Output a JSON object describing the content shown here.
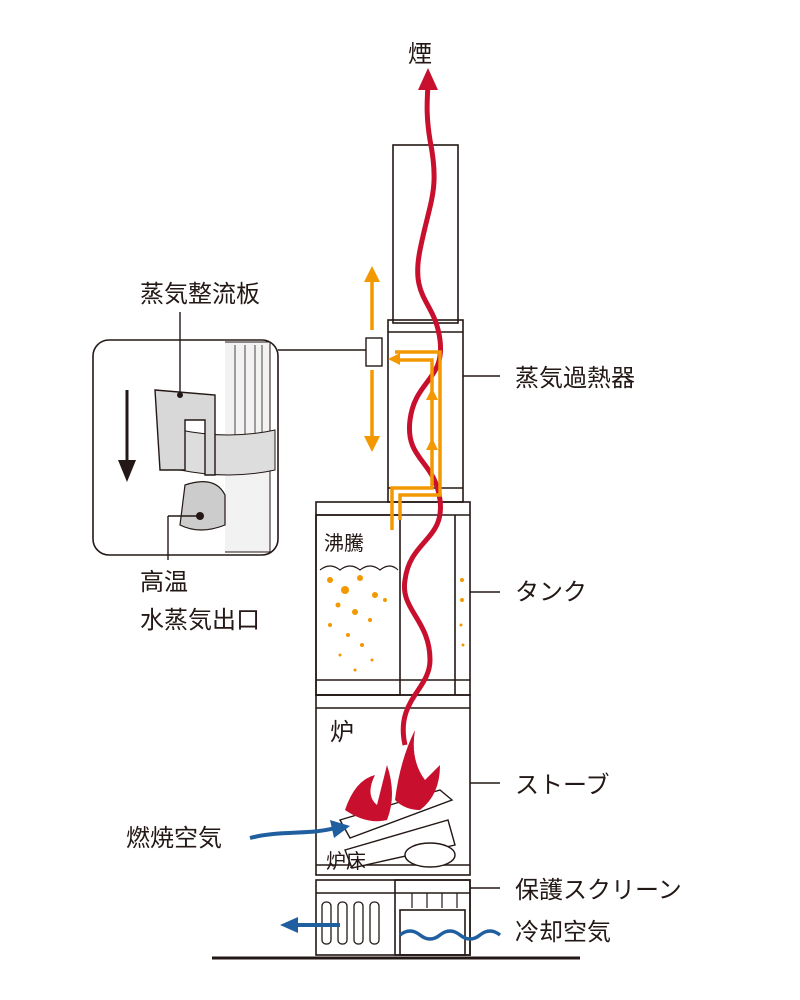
{
  "labels": {
    "smoke": "煙",
    "steam_baffle": "蒸気整流板",
    "superheater": "蒸気過熱器",
    "boiling": "沸騰",
    "tank": "タンク",
    "outlet_line1": "高温",
    "outlet_line2": "水蒸気出口",
    "furnace": "炉",
    "stove": "ストーブ",
    "combustion_air": "燃焼空気",
    "hearth": "炉床",
    "protective_screen": "保護スクリーン",
    "cooling_air": "冷却空気"
  },
  "colors": {
    "smoke": "#c8102e",
    "steam": "#f39800",
    "air": "#1f5fa0",
    "line": "#231815"
  }
}
